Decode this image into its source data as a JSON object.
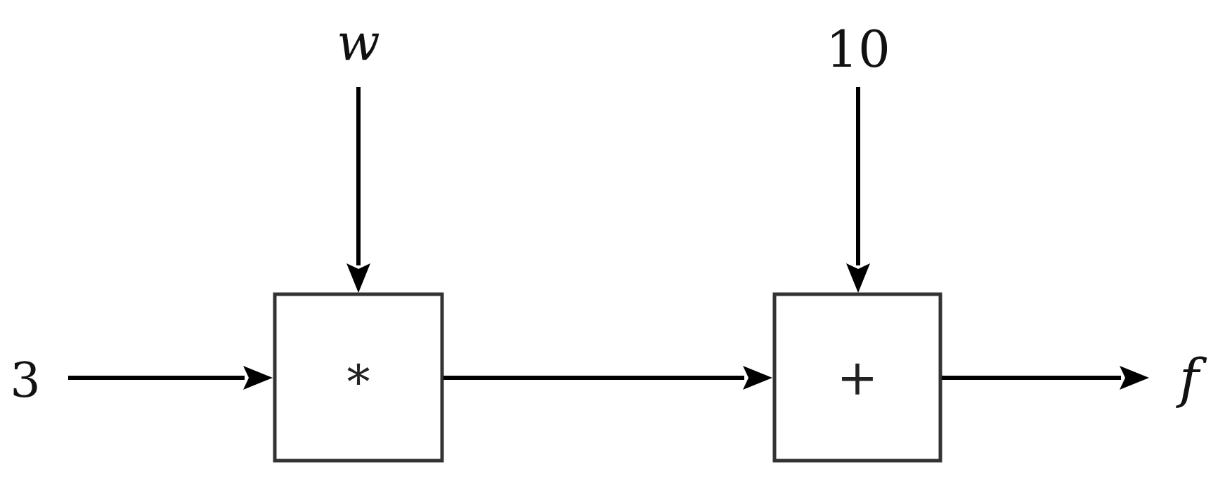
{
  "diagram": {
    "inputs": {
      "left": "3",
      "top_multiply": "w",
      "top_add": "10"
    },
    "blocks": {
      "multiply": "*",
      "add": "+"
    },
    "output": "f"
  }
}
